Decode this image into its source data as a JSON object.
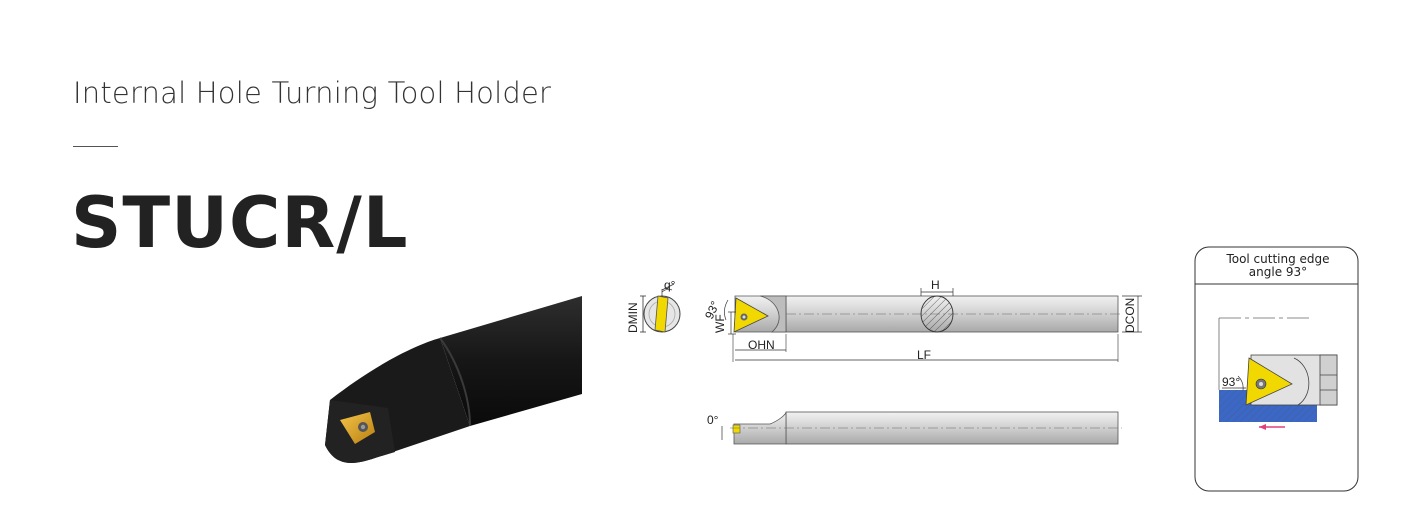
{
  "header": {
    "subtitle": "Internal Hole Turning Tool Holder",
    "model": "STUCR/L"
  },
  "drawing": {
    "labels": {
      "dmin": "DMIN",
      "angle_q": "q°",
      "angle_93": "93°",
      "wf": "WF",
      "h": "H",
      "dcon": "DCON",
      "ohn": "OHN",
      "lf": "LF",
      "angle_0": "0°"
    }
  },
  "inset": {
    "title_line1": "Tool cutting edge",
    "title_line2": "angle 93°",
    "angle_label": "93°"
  },
  "colors": {
    "insert_gold": "#f0d800",
    "tool_dark": "#1c1c1c",
    "bar_gray": "#d4d4d4",
    "workpiece_blue": "#3b67c7",
    "arrow_pink": "#e0407a"
  }
}
